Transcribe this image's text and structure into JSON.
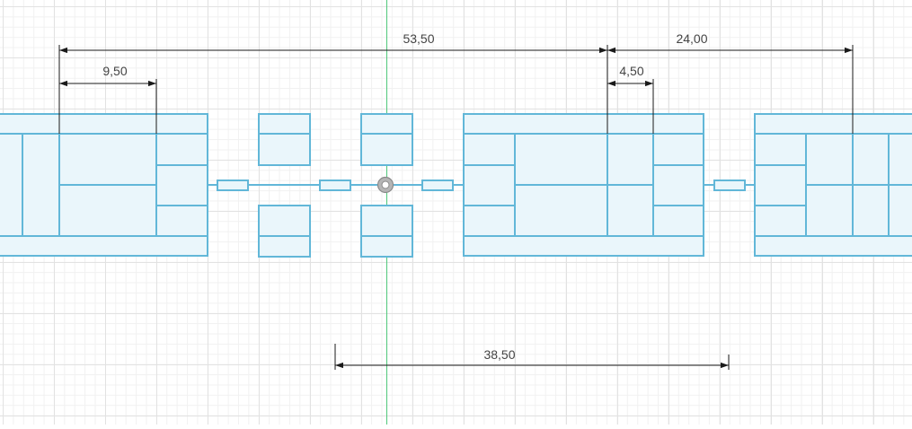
{
  "colors": {
    "sketch_line": "#62b7d8",
    "sketch_fill": "#eaf6fb",
    "dimension": "#1a1a1a",
    "dimension_text": "#444444",
    "y_axis": "#4fc77a",
    "x_axis": "#e04b4b",
    "origin": "#9a9a9a",
    "grid_major": "#e2e2e2",
    "grid_minor": "#f1f1f1"
  },
  "dimensions": [
    {
      "id": "overall",
      "label": "53,50"
    },
    {
      "id": "right-span",
      "label": "24,00"
    },
    {
      "id": "left-pocket",
      "label": "9,50"
    },
    {
      "id": "right-pocket",
      "label": "4,50"
    },
    {
      "id": "bottom-span",
      "label": "38,50"
    }
  ]
}
